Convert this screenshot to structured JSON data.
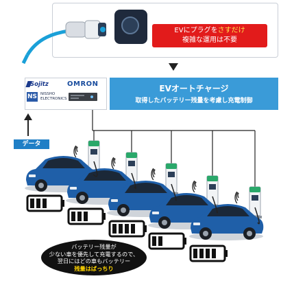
{
  "callout": {
    "line1_pre": "EVにプラグを",
    "line1_hl": "さすだけ",
    "line2": "複雑な運用は不要"
  },
  "logos": {
    "sojitz": "Sojitz",
    "omron": "OMRON",
    "ns": "NS",
    "nissho_line1": "NISSHO",
    "nissho_line2": "ELECTRONICS"
  },
  "banner": {
    "title": "EVオートチャージ",
    "subtitle": "取得したバッテリー残量を考慮し充電制御"
  },
  "data_label": "データ",
  "vehicles": [
    {
      "battery_level": 0.6
    },
    {
      "battery_level": 0.5
    },
    {
      "battery_level": 0.85
    },
    {
      "battery_level": 0.45
    },
    {
      "battery_level": 0.85
    }
  ],
  "note": {
    "line1": "バッテリー残量が",
    "line2": "少ない車を優先して充電するので、",
    "line3": "翌日にはどの車もバッテリー",
    "line4": "残量はばっちり"
  },
  "colors": {
    "banner": "#3a9bd8",
    "callout": "#e21b1b",
    "car_body": "#1f5fa8",
    "charger_accent": "#2aa86a"
  }
}
